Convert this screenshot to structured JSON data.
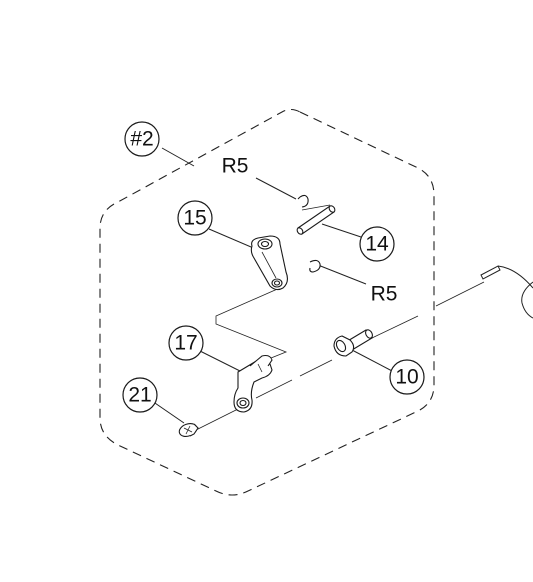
{
  "callouts": {
    "group": "#2",
    "r5_top": "R5",
    "part_15": "15",
    "part_14": "14",
    "r5_mid": "R5",
    "part_17": "17",
    "part_10": "10",
    "part_21": "21"
  }
}
